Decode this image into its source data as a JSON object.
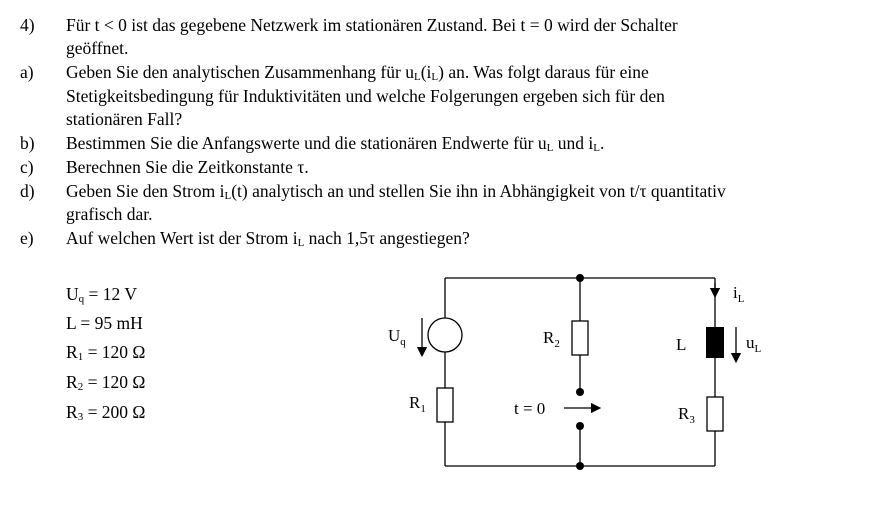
{
  "task": {
    "intro": {
      "label": "4)",
      "line1": "Für t < 0 ist das gegebene Netzwerk im stationären Zustand. Bei t = 0 wird der Schalter",
      "line2": "geöffnet."
    },
    "a": {
      "label": "a)",
      "line1_pre": "Geben Sie den analytischen Zusammenhang für u",
      "line1_sub1": "L",
      "line1_mid": "(i",
      "line1_sub2": "L",
      "line1_post": ") an. Was folgt daraus für eine",
      "line2": "Stetigkeitsbedingung für Induktivitäten und welche Folgerungen ergeben sich für den",
      "line3": "stationären Fall?"
    },
    "b": {
      "label": "b)",
      "pre": "Bestimmen Sie die Anfangswerte und die stationären Endwerte für u",
      "sub1": "L",
      "mid": " und i",
      "sub2": "L",
      "post": "."
    },
    "c": {
      "label": "c)",
      "text": "Berechnen Sie die Zeitkonstante τ."
    },
    "d": {
      "label": "d)",
      "line1_pre": "Geben Sie den Strom i",
      "line1_sub": "L",
      "line1_post": "(t) analytisch an und stellen Sie ihn in Abhängigkeit von t/τ quantitativ",
      "line2": "grafisch dar."
    },
    "e": {
      "label": "e)",
      "pre": "Auf welchen Wert ist der Strom i",
      "sub": "L",
      "post": " nach 1,5τ angestiegen?"
    }
  },
  "params": [
    {
      "sym": "U",
      "sub": "q",
      "value": "= 12 V"
    },
    {
      "sym": "L",
      "sub": "",
      "value": " = 95 mH"
    },
    {
      "sym": "R",
      "sub": "1",
      "value": "= 120 Ω"
    },
    {
      "sym": "R",
      "sub": "2",
      "value": "= 120 Ω"
    },
    {
      "sym": "R",
      "sub": "3",
      "value": "= 200 Ω"
    }
  ],
  "circuit": {
    "uq": {
      "sym": "U",
      "sub": "q"
    },
    "r1": {
      "sym": "R",
      "sub": "1"
    },
    "r2": {
      "sym": "R",
      "sub": "2"
    },
    "r3": {
      "sym": "R",
      "sub": "3"
    },
    "inductor": "L",
    "switch": "t = 0",
    "current": {
      "sym": "i",
      "sub": "L"
    },
    "voltage": {
      "sym": "u",
      "sub": "L"
    }
  }
}
